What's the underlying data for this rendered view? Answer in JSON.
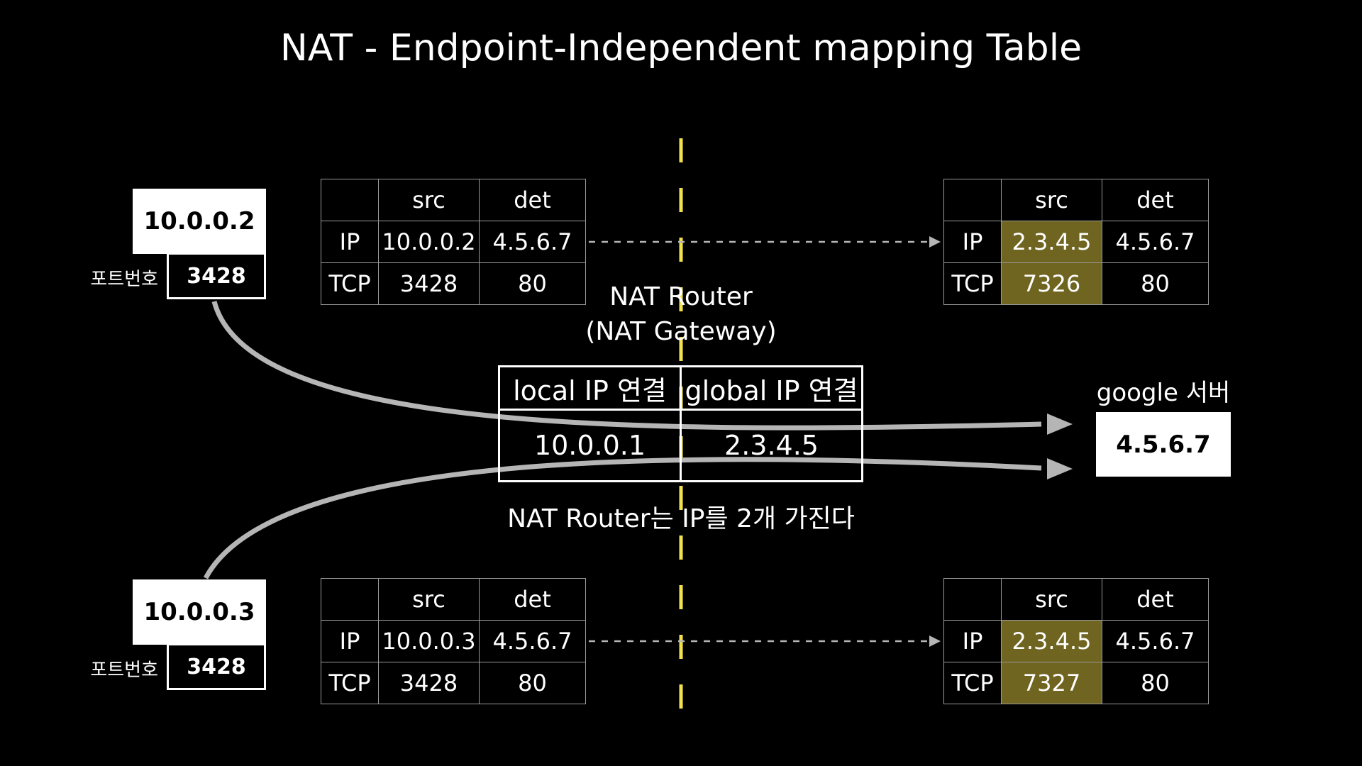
{
  "title": "NAT - Endpoint-Independent mapping Table",
  "router": {
    "name": "NAT Router",
    "subtitle": "(NAT Gateway)",
    "note": "NAT Router는 IP를 2개 가진다"
  },
  "nat_table": {
    "headers": [
      "local IP 연결",
      "global IP 연결"
    ],
    "values": [
      "10.0.0.1",
      "2.3.4.5"
    ]
  },
  "server": {
    "label": "google 서버",
    "ip": "4.5.6.7"
  },
  "hosts": [
    {
      "ip": "10.0.0.2",
      "port_label": "포트번호",
      "port": "3428"
    },
    {
      "ip": "10.0.0.3",
      "port_label": "포트번호",
      "port": "3428"
    }
  ],
  "packets": [
    {
      "headers": [
        "",
        "src",
        "det"
      ],
      "rows": [
        [
          "IP",
          "10.0.0.2",
          "4.5.6.7"
        ],
        [
          "TCP",
          "3428",
          "80"
        ]
      ]
    },
    {
      "headers": [
        "",
        "src",
        "det"
      ],
      "rows": [
        [
          "IP",
          "2.3.4.5",
          "4.5.6.7"
        ],
        [
          "TCP",
          "7326",
          "80"
        ]
      ]
    },
    {
      "headers": [
        "",
        "src",
        "det"
      ],
      "rows": [
        [
          "IP",
          "10.0.0.3",
          "4.5.6.7"
        ],
        [
          "TCP",
          "3428",
          "80"
        ]
      ]
    },
    {
      "headers": [
        "",
        "src",
        "det"
      ],
      "rows": [
        [
          "IP",
          "2.3.4.5",
          "4.5.6.7"
        ],
        [
          "TCP",
          "7327",
          "80"
        ]
      ]
    }
  ],
  "colors": {
    "divider": "#f2e14a",
    "highlight": "#6f6420",
    "arrow": "#b5b5b5"
  }
}
